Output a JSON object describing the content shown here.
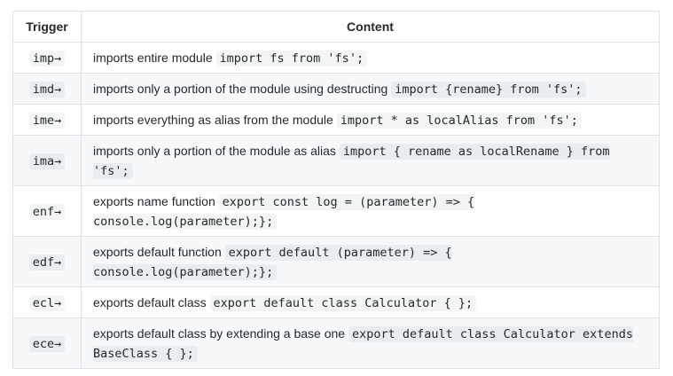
{
  "colors": {
    "page_background": "#ffffff",
    "text": "#24292e",
    "table_border": "#dfe2e5",
    "row_stripe": "#f6f8fa",
    "inline_code_background": "#f3f4f4"
  },
  "table": {
    "headers": [
      "Trigger",
      "Content"
    ],
    "rows": [
      {
        "trigger": "imp→",
        "content": [
          {
            "type": "text",
            "value": "imports entire module "
          },
          {
            "type": "code",
            "value": "import fs from 'fs';"
          }
        ]
      },
      {
        "trigger": "imd→",
        "content": [
          {
            "type": "text",
            "value": "imports only a portion of the module using destructing "
          },
          {
            "type": "code",
            "value": "import {rename} from 'fs';"
          }
        ]
      },
      {
        "trigger": "ime→",
        "content": [
          {
            "type": "text",
            "value": "imports everything as alias from the module "
          },
          {
            "type": "code",
            "value": "import * as localAlias from 'fs';"
          }
        ]
      },
      {
        "trigger": "ima→",
        "content": [
          {
            "type": "text",
            "value": "imports only a portion of the module as alias "
          },
          {
            "type": "code",
            "value": "import { rename as localRename } from\n'fs';"
          }
        ]
      },
      {
        "trigger": "enf→",
        "content": [
          {
            "type": "text",
            "value": "exports name function "
          },
          {
            "type": "code",
            "value": "export const log = (parameter) => {\nconsole.log(parameter);};"
          }
        ]
      },
      {
        "trigger": "edf→",
        "content": [
          {
            "type": "text",
            "value": "exports default function "
          },
          {
            "type": "code",
            "value": "export default (parameter) => {\nconsole.log(parameter);};"
          }
        ]
      },
      {
        "trigger": "ecl→",
        "content": [
          {
            "type": "text",
            "value": "exports default class "
          },
          {
            "type": "code",
            "value": "export default class Calculator { };"
          }
        ]
      },
      {
        "trigger": "ece→",
        "content": [
          {
            "type": "text",
            "value": "exports default class by extending a base one "
          },
          {
            "type": "code",
            "value": "export default class Calculator extends\nBaseClass { };"
          }
        ]
      }
    ]
  }
}
